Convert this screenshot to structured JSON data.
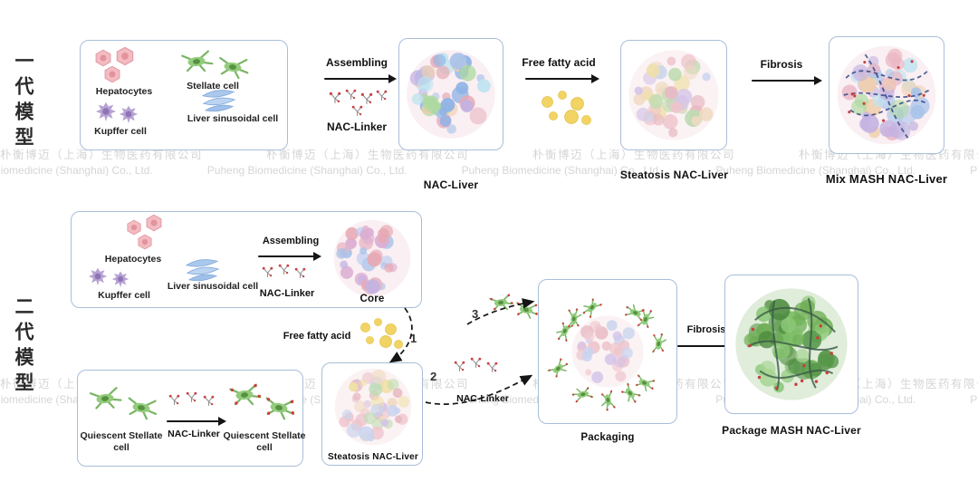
{
  "watermark": {
    "cn": "朴衡博迈（上海）生物医药有限公司",
    "en": "Puheng Biomedicine (Shanghai) Co., Ltd."
  },
  "gen1": {
    "side_label": "一代模型",
    "box_cells": {
      "hepatocytes": "Hepatocytes",
      "stellate": "Stellate cell",
      "kupffer": "Kupffer cell",
      "lsec": "Liver sinusoidal cell"
    },
    "assembling": "Assembling",
    "nac_linker": "NAC-Linker",
    "nac_liver_caption": "NAC-Liver",
    "ffa": "Free fatty acid",
    "steatosis_caption": "Steatosis NAC-Liver",
    "fibrosis": "Fibrosis",
    "mix_mash_caption": "Mix MASH NAC-Liver"
  },
  "gen2": {
    "side_label": "二代模型",
    "box_cells": {
      "hepatocytes": "Hepatocytes",
      "kupffer": "Kupffer cell",
      "lsec": "Liver sinusoidal cell"
    },
    "assembling": "Assembling",
    "nac_linker": "NAC-Linker",
    "core_caption": "Core",
    "ffa": "Free fatty acid",
    "steps": {
      "one": "1",
      "two": "2",
      "three": "3"
    },
    "quiescent_left": "Quiescent Stellate cell",
    "quiescent_mid_linker": "NAC-Linker",
    "quiescent_right": "Quiescent Stellate cell",
    "steatosis_caption": "Steatosis NAC-Liver",
    "mid_linker": "NAC-Linker",
    "packaging_caption": "Packaging",
    "fibrosis": "Fibrosis",
    "package_mash_caption": "Package MASH NAC-Liver"
  },
  "icons": {
    "hepatocyte-icon": "pink hexagonal cell",
    "stellate-icon": "green star-shaped cell",
    "kupffer-icon": "purple spiky cell",
    "sinusoidal-icon": "blue leaf-shaped cell",
    "nac-linker-icon": "gray crosslinker with red tips",
    "fatty-acid-icon": "yellow droplet",
    "arrow-icon": "black right arrow",
    "dashed-arrow-icon": "black dashed curved arrow"
  },
  "palette": {
    "box_border": "#a9bed9",
    "arrow": "#151515",
    "watermark": "#b2b2b2",
    "hepatocyte": "#f2bcc1",
    "stellate": "#93cc7d",
    "kupffer": "#b7a3d3",
    "sinusoidal": "#aac8ec",
    "linker_dot": "#c94040",
    "fatty_acid": "#f2d465",
    "fiber_navy": "#2b3f7e",
    "fiber_green": "#3a5a46"
  }
}
